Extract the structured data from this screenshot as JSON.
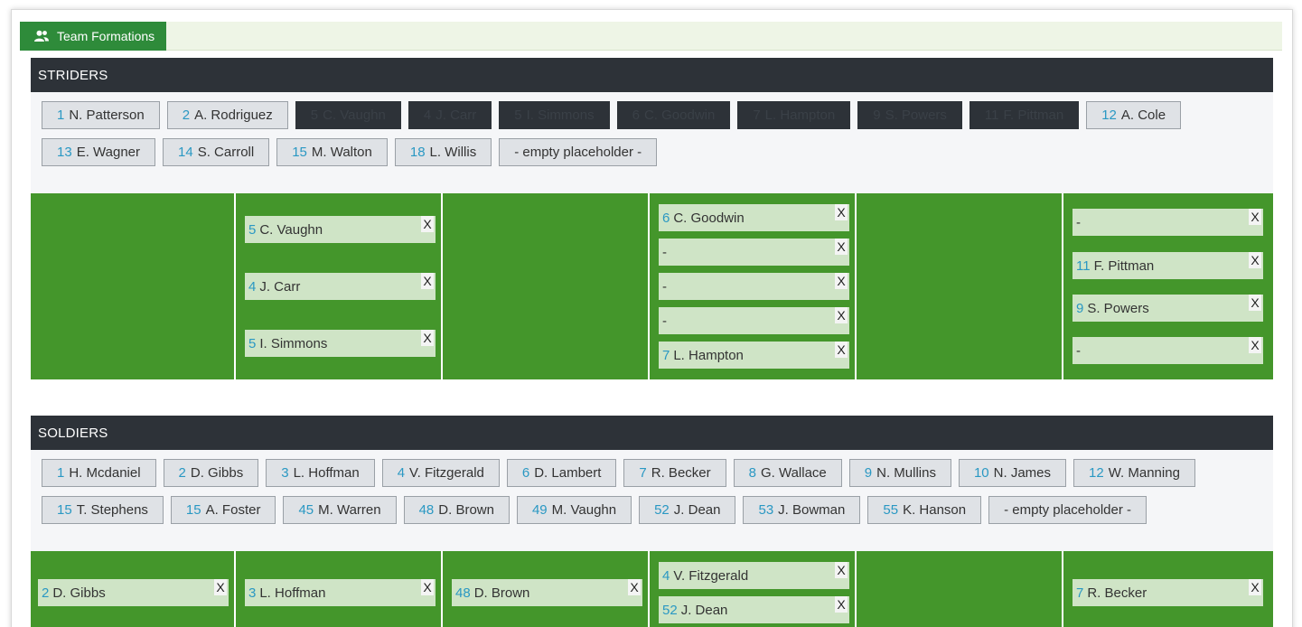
{
  "tab": {
    "label": "Team Formations",
    "icon": "users-icon"
  },
  "colors": {
    "accent": "#2e8b3a",
    "field": "#44962b",
    "header": "#2d3238",
    "number": "#2a98c3"
  },
  "teams": [
    {
      "name": "STRIDERS",
      "bench": [
        {
          "num": "1",
          "name": "N. Patterson",
          "used": false
        },
        {
          "num": "2",
          "name": "A. Rodriguez",
          "used": false
        },
        {
          "num": "5",
          "name": "C. Vaughn",
          "used": true
        },
        {
          "num": "4",
          "name": "J. Carr",
          "used": true
        },
        {
          "num": "5",
          "name": "I. Simmons",
          "used": true
        },
        {
          "num": "6",
          "name": "C. Goodwin",
          "used": true
        },
        {
          "num": "7",
          "name": "L. Hampton",
          "used": true
        },
        {
          "num": "9",
          "name": "S. Powers",
          "used": true
        },
        {
          "num": "11",
          "name": "F. Pittman",
          "used": true
        },
        {
          "num": "12",
          "name": "A. Cole",
          "used": false
        },
        {
          "num": "13",
          "name": "E. Wagner",
          "used": false
        },
        {
          "num": "14",
          "name": "S. Carroll",
          "used": false
        },
        {
          "num": "15",
          "name": "M. Walton",
          "used": false
        },
        {
          "num": "18",
          "name": "L. Willis",
          "used": false
        },
        {
          "num": "",
          "name": "- empty placeholder -",
          "used": false
        }
      ],
      "formation": [
        [],
        [
          {
            "num": "5",
            "name": "C. Vaughn"
          },
          {
            "num": "4",
            "name": "J. Carr"
          },
          {
            "num": "5",
            "name": "I. Simmons"
          }
        ],
        [],
        [
          {
            "num": "6",
            "name": "C. Goodwin"
          },
          {
            "num": "",
            "name": "-"
          },
          {
            "num": "",
            "name": "-"
          },
          {
            "num": "",
            "name": "-"
          },
          {
            "num": "7",
            "name": "L. Hampton"
          }
        ],
        [],
        [
          {
            "num": "",
            "name": "-"
          },
          {
            "num": "11",
            "name": "F. Pittman"
          },
          {
            "num": "9",
            "name": "S. Powers"
          },
          {
            "num": "",
            "name": "-"
          }
        ]
      ]
    },
    {
      "name": "SOLDIERS",
      "bench": [
        {
          "num": "1",
          "name": "H. Mcdaniel",
          "used": false
        },
        {
          "num": "2",
          "name": "D. Gibbs",
          "used": false
        },
        {
          "num": "3",
          "name": "L. Hoffman",
          "used": false
        },
        {
          "num": "4",
          "name": "V. Fitzgerald",
          "used": false
        },
        {
          "num": "6",
          "name": "D. Lambert",
          "used": false
        },
        {
          "num": "7",
          "name": "R. Becker",
          "used": false
        },
        {
          "num": "8",
          "name": "G. Wallace",
          "used": false
        },
        {
          "num": "9",
          "name": "N. Mullins",
          "used": false
        },
        {
          "num": "10",
          "name": "N. James",
          "used": false
        },
        {
          "num": "12",
          "name": "W. Manning",
          "used": false
        },
        {
          "num": "15",
          "name": "T. Stephens",
          "used": false
        },
        {
          "num": "15",
          "name": "A. Foster",
          "used": false
        },
        {
          "num": "45",
          "name": "M. Warren",
          "used": false
        },
        {
          "num": "48",
          "name": "D. Brown",
          "used": false
        },
        {
          "num": "49",
          "name": "M. Vaughn",
          "used": false
        },
        {
          "num": "52",
          "name": "J. Dean",
          "used": false
        },
        {
          "num": "53",
          "name": "J. Bowman",
          "used": false
        },
        {
          "num": "55",
          "name": "K. Hanson",
          "used": false
        },
        {
          "num": "",
          "name": "- empty placeholder -",
          "used": false
        }
      ],
      "formation": [
        [
          {
            "num": "2",
            "name": "D. Gibbs"
          }
        ],
        [
          {
            "num": "3",
            "name": "L. Hoffman"
          }
        ],
        [
          {
            "num": "48",
            "name": "D. Brown"
          }
        ],
        [
          {
            "num": "4",
            "name": "V. Fitzgerald"
          },
          {
            "num": "52",
            "name": "J. Dean"
          }
        ],
        [],
        [
          {
            "num": "7",
            "name": "R. Becker"
          }
        ]
      ]
    }
  ],
  "remove_label": "X"
}
